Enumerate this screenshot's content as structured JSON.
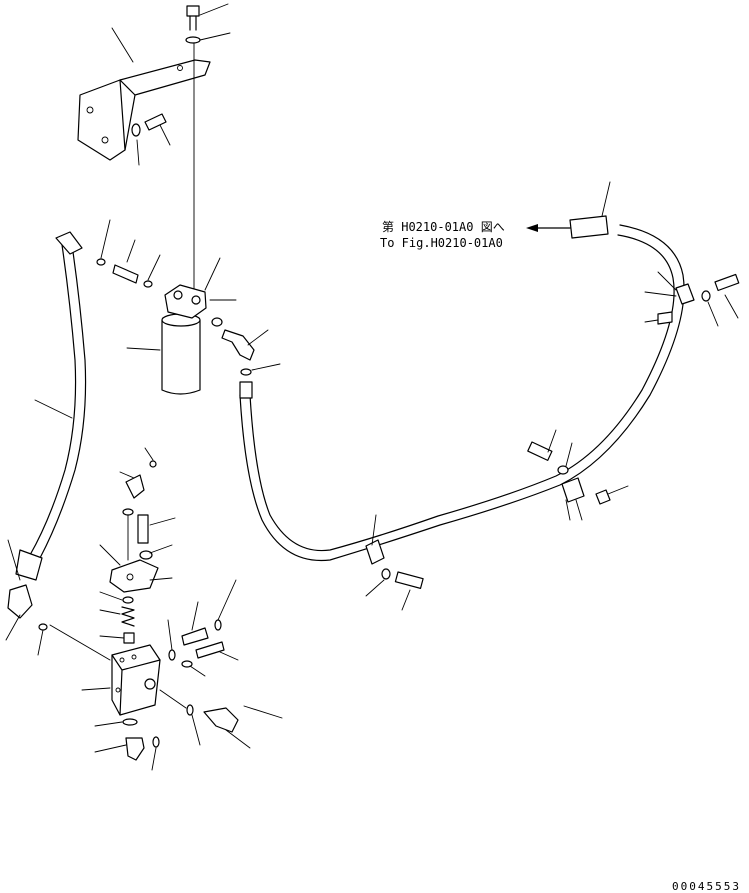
{
  "reference": {
    "line1": "第 H0210-01A0 図へ",
    "line2": "To Fig.H0210-01A0"
  },
  "document_number": "00045553"
}
